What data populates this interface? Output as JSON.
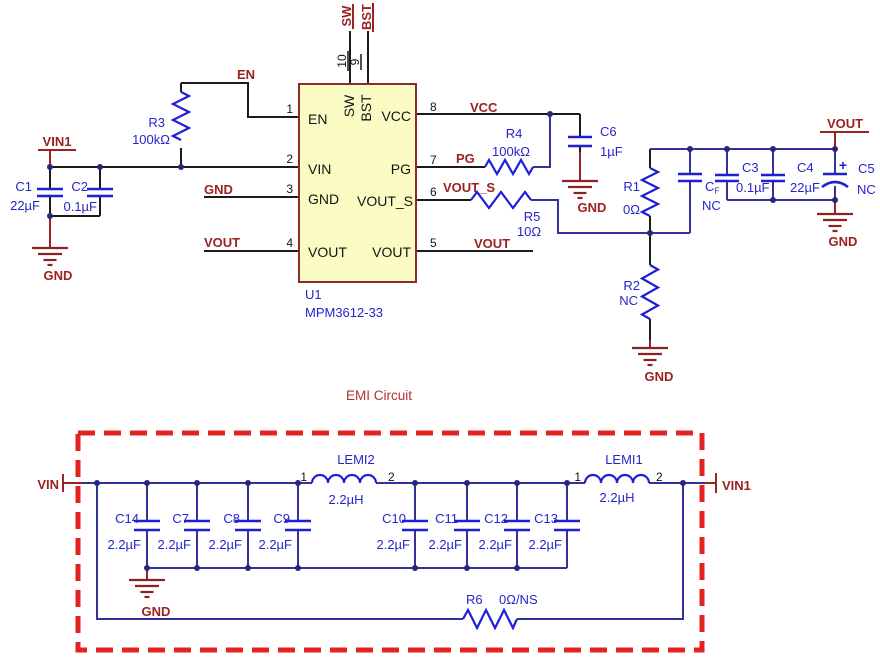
{
  "colors": {
    "component_blue": "#1f1fd6",
    "designator_blue": "#2525cd",
    "net_label_red": "#9c2121",
    "gnd_symbol_red": "#8c2222",
    "wire_navy": "#32329b",
    "wire_black": "#1b1b1b",
    "ic_fill": "#fbfbc4",
    "ic_border": "#8b2b2b",
    "emi_dash_red": "#e32222",
    "junction_dot": "#28287a"
  },
  "ic": {
    "refdes": "U1",
    "part": "MPM3612-33",
    "pin_names": {
      "en": "EN",
      "vin": "VIN",
      "gnd": "GND",
      "vout_left": "VOUT",
      "vcc": "VCC",
      "pg": "PG",
      "vout_s": "VOUT_S",
      "vout_right": "VOUT",
      "sw": "SW",
      "bst": "BST"
    },
    "pin_numbers": {
      "p1": "1",
      "p2": "2",
      "p3": "3",
      "p4": "4",
      "p5": "5",
      "p6": "6",
      "p7": "7",
      "p8": "8",
      "p9": "9",
      "p10": "10"
    }
  },
  "nets": {
    "en": "EN",
    "vin1": "VIN1",
    "vin": "VIN",
    "gnd": "GND",
    "vout": "VOUT",
    "vcc": "VCC",
    "pg": "PG",
    "vout_s": "VOUT_S",
    "sw": "SW",
    "bst": "BST"
  },
  "resistors": {
    "r1": {
      "ref": "R1",
      "value": "0Ω"
    },
    "r2": {
      "ref": "R2",
      "value": "NC"
    },
    "r3": {
      "ref": "R3",
      "value": "100kΩ"
    },
    "r4": {
      "ref": "R4",
      "value": "100kΩ"
    },
    "r5": {
      "ref": "R5",
      "value": "10Ω"
    },
    "r6": {
      "ref": "R6",
      "value": "0Ω/NS"
    }
  },
  "capacitors": {
    "c1": {
      "ref": "C1",
      "value": "22µF"
    },
    "c2": {
      "ref": "C2",
      "value": "0.1µF"
    },
    "c3": {
      "ref": "C3",
      "value": "0.1µF"
    },
    "c4": {
      "ref": "C4",
      "value": "22µF"
    },
    "c5": {
      "ref": "C5",
      "value": "NC",
      "polarity_mark": "+"
    },
    "c6": {
      "ref": "C6",
      "value": "1µF"
    },
    "cf": {
      "ref_main": "C",
      "ref_sub": "F",
      "value": "NC"
    },
    "c7": {
      "ref": "C7",
      "value": "2.2µF"
    },
    "c8": {
      "ref": "C8",
      "value": "2.2µF"
    },
    "c9": {
      "ref": "C9",
      "value": "2.2µF"
    },
    "c10": {
      "ref": "C10",
      "value": "2.2µF"
    },
    "c11": {
      "ref": "C11",
      "value": "2.2µF"
    },
    "c12": {
      "ref": "C12",
      "value": "2.2µF"
    },
    "c13": {
      "ref": "C13",
      "value": "2.2µF"
    },
    "c14": {
      "ref": "C14",
      "value": "2.2µF"
    }
  },
  "inductors": {
    "lemi1": {
      "ref": "LEMI1",
      "value": "2.2µH",
      "pin1": "1",
      "pin2": "2"
    },
    "lemi2": {
      "ref": "LEMI2",
      "value": "2.2µH",
      "pin1": "1",
      "pin2": "2"
    }
  },
  "emi": {
    "title": "EMI Circuit"
  }
}
